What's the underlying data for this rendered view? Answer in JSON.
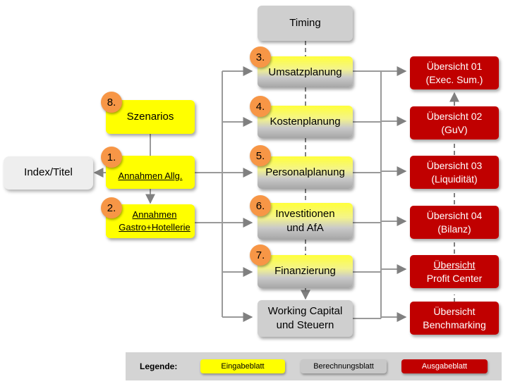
{
  "nodes": {
    "timing": "Timing",
    "umsatzplanung": "Umsatzplanung",
    "kostenplanung": "Kostenplanung",
    "personalplanung": "Personalplanung",
    "investitionen_line1": "Investitionen",
    "investitionen_line2": "und AfA",
    "finanzierung": "Finanzierung",
    "working_line1": "Working Capital",
    "working_line2": "und Steuern",
    "szenarios": "Szenarios",
    "annahmen_allg": "Annahmen Allg.",
    "annahmen_gastro_line1": "Annahmen",
    "annahmen_gastro_line2": "Gastro+Hotellerie",
    "index_titel": "Index/Titel",
    "uebersicht01_line1": "Übersicht 01",
    "uebersicht01_line2": "(Exec. Sum.)",
    "uebersicht02_line1": "Übersicht 02",
    "uebersicht02_line2": "(GuV)",
    "uebersicht03_line1": "Übersicht 03",
    "uebersicht03_line2": "(Liquidität)",
    "uebersicht04_line1": "Übersicht 04",
    "uebersicht04_line2": "(Bilanz)",
    "profit_line1": "Übersicht",
    "profit_line2": "Profit Center",
    "bench_line1": "Übersicht",
    "bench_line2": "Benchmarking"
  },
  "badges": {
    "b1": "1.",
    "b2": "2.",
    "b3": "3.",
    "b4": "4.",
    "b5": "5.",
    "b6": "6.",
    "b7": "7.",
    "b8": "8."
  },
  "legend": {
    "title": "Legende:",
    "input": "Eingabeblatt",
    "calc": "Berechnungsblatt",
    "output": "Ausgabeblatt"
  },
  "colors": {
    "input": "#ffff00",
    "calc": "#c8c8c8",
    "output": "#c00000",
    "badge": "#f79646",
    "connector": "#808080"
  }
}
